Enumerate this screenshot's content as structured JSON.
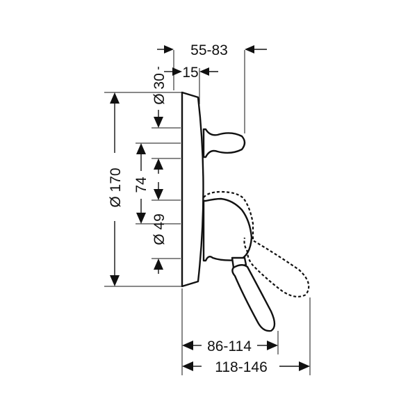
{
  "dimensions": {
    "projection_range": "55-83",
    "plate_offset": "15",
    "dia_upper": "Ø 30",
    "dia_plate": "Ø 170",
    "spacing": "74",
    "dia_lower": "Ø 49",
    "lever_reach": "86-114",
    "total_reach": "118-146"
  }
}
